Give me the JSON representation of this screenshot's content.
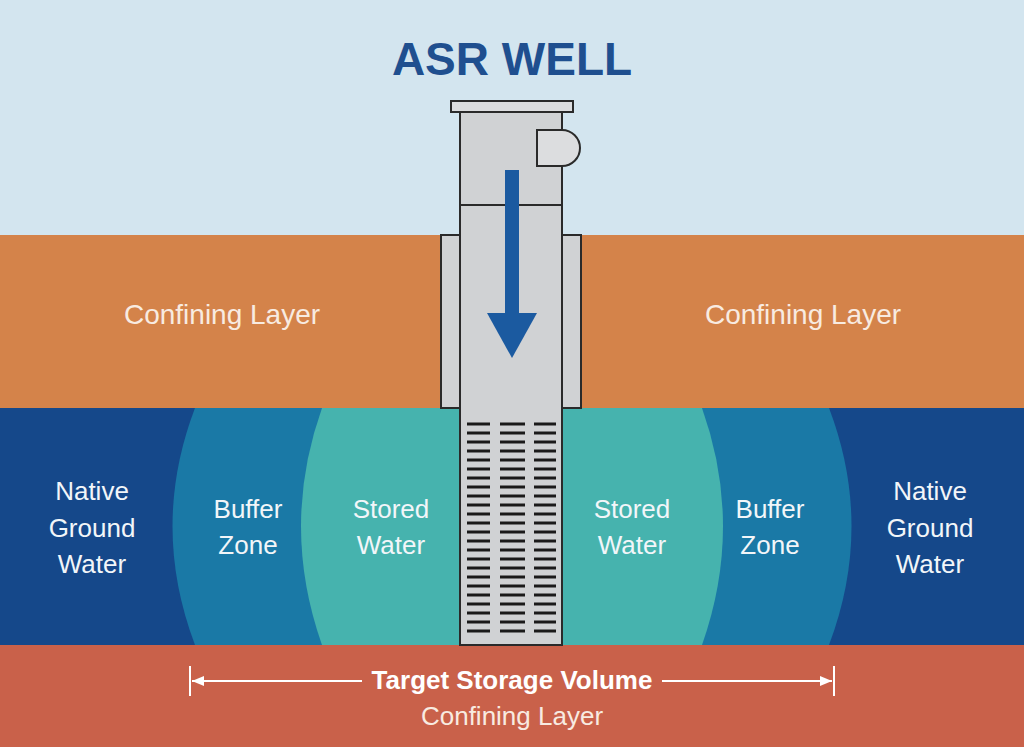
{
  "diagram": {
    "title": "ASR WELL",
    "nodes": [
      {
        "text": [
          "Confining Layer",
          "Confining Layer"
        ]
      },
      {
        "text": [
          "Native Ground Water"
        ]
      },
      {
        "text": [
          "Buffer Zone"
        ]
      },
      {
        "text": [
          "Stored Water"
        ]
      },
      {
        "text": [
          "Stored Water"
        ]
      },
      {
        "text": [
          "Buffer Zone"
        ]
      },
      {
        "text": [
          "Native Ground Water"
        ]
      },
      {
        "text": [
          "Confining Layer"
        ]
      }
    ],
    "labels": [
      "Target Storage Volume"
    ]
  }
}
